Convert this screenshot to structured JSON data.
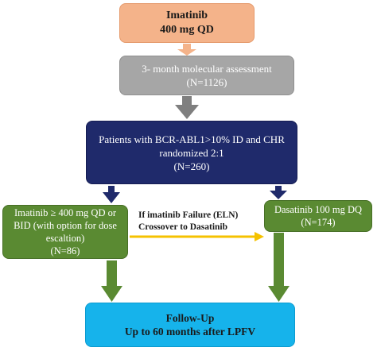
{
  "boxes": {
    "start": {
      "lines": [
        "Imatinib",
        "400 mg QD"
      ]
    },
    "assessment": {
      "lines": [
        "3- month molecular assessment",
        "(N=1126)"
      ]
    },
    "randomization": {
      "lines": [
        "Patients with BCR-ABL1>10% ID and CHR",
        "randomized 2:1",
        "(N=260)"
      ]
    },
    "imatinib_arm": {
      "lines": [
        "Imatinib ≥ 400 mg QD or",
        "BID (with option for dose",
        "escaltion)",
        "(N=86)"
      ]
    },
    "dasatinib_arm": {
      "lines": [
        "Dasatinib 100 mg DQ",
        "(N=174)"
      ]
    },
    "follow_up": {
      "lines": [
        "Follow-Up",
        "Up to 60 months after LPFV"
      ]
    }
  },
  "crossover": {
    "lines": [
      "If imatinib Failure (ELN)",
      "Crossover to Dasatinib"
    ]
  },
  "colors": {
    "start": "#f4b38a",
    "assessment": "#a6a6a6",
    "randomization": "#1f2a6b",
    "arms": "#5a8a32",
    "follow_up": "#16b3eb",
    "crossover_arrow": "#f5c200"
  }
}
